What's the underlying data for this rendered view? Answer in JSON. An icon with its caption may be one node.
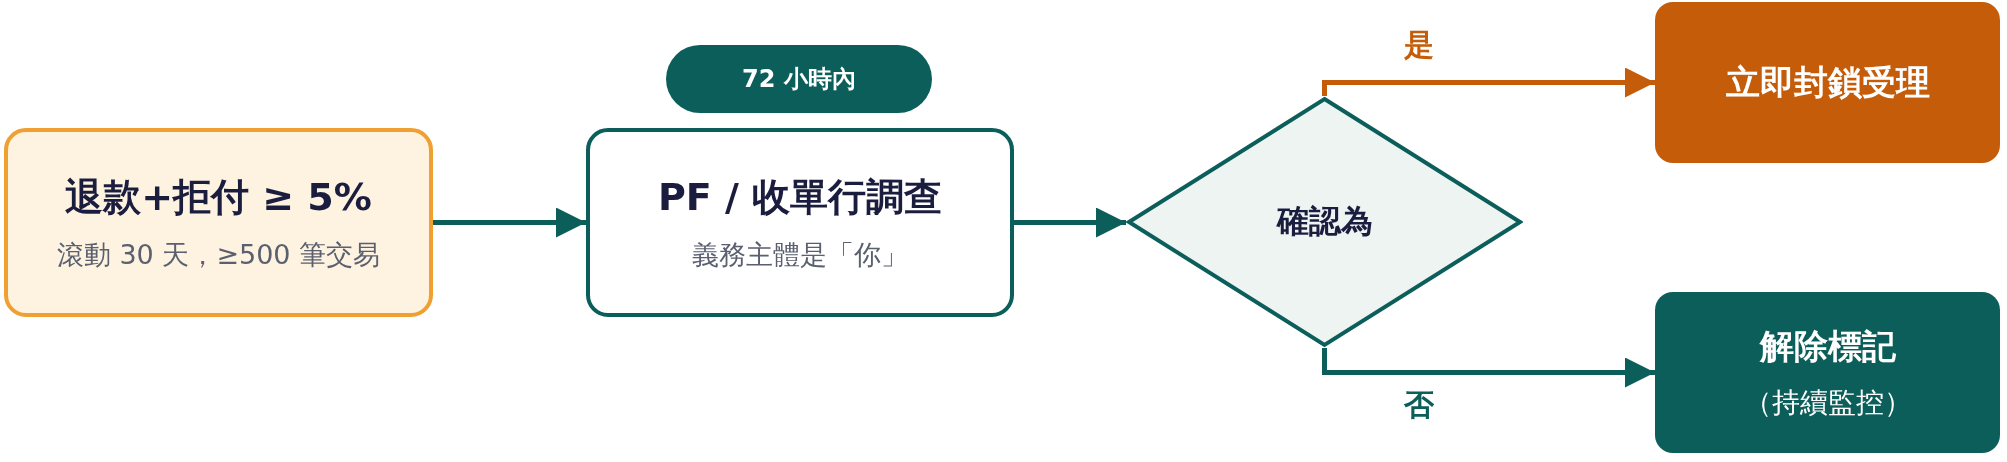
{
  "diagram": {
    "nodes": [
      {
        "text": [
          "退款+拒付 ≥ 5%",
          "滾動 30 天，≥500 筆交易"
        ]
      },
      {
        "text": [
          "72 小時內"
        ]
      },
      {
        "text": [
          "PF / 收單行調查",
          "義務主體是「你」"
        ]
      },
      {
        "text": [
          "確認為"
        ]
      },
      {
        "text": [
          "立即封鎖受理"
        ]
      },
      {
        "text": [
          "解除標記",
          "（持續監控）"
        ]
      }
    ],
    "edges": [
      {
        "from": 0,
        "to": 2,
        "arrow": "to"
      },
      {
        "from": 2,
        "to": 3,
        "arrow": "to"
      },
      {
        "from": 3,
        "to": 4,
        "arrow": "to",
        "label": "是",
        "color": "#c45c0a"
      },
      {
        "from": 3,
        "to": 5,
        "arrow": "to",
        "label": "否"
      }
    ]
  }
}
